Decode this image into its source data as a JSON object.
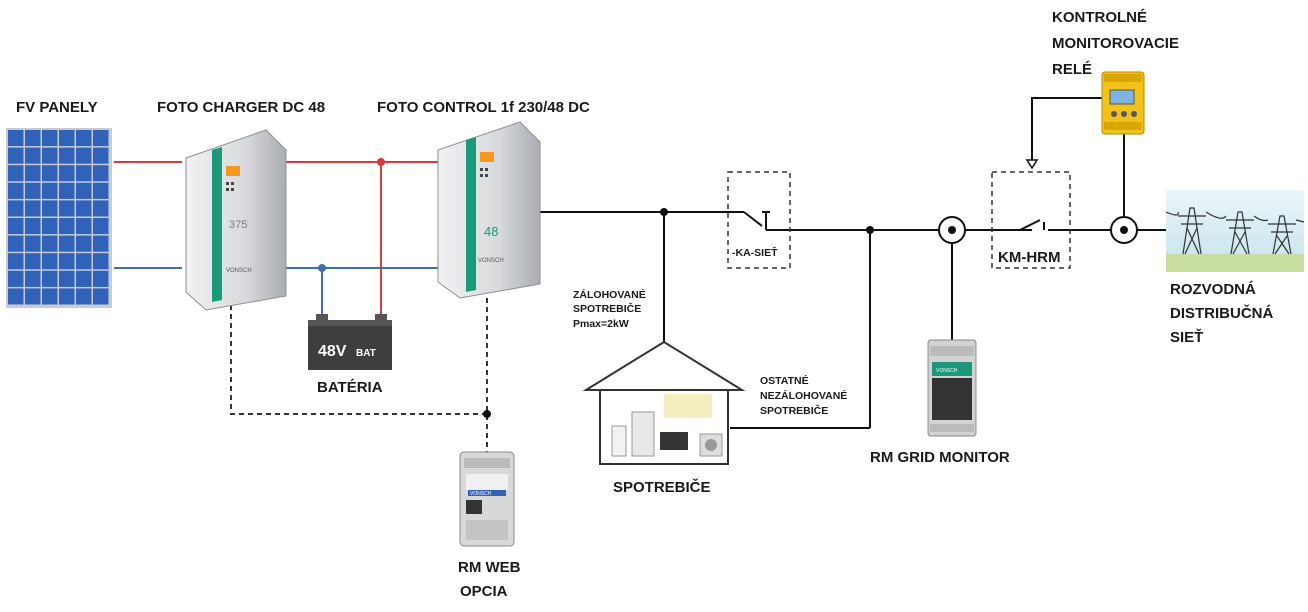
{
  "labels": {
    "fv_panels": "FV PANELY",
    "foto_charger": "FOTO CHARGER DC 48",
    "foto_control": "FOTO CONTROL 1f 230/48 DC",
    "relay_title": [
      "KONTROLNÉ",
      "MONITOROVACIE",
      "RELÉ"
    ],
    "battery_label": "BATÉRIA",
    "battery_text_main": "48V",
    "battery_text_sub": "BAT",
    "backup_loads": [
      "ZÁLOHOVANÉ",
      "SPOTREBIČE",
      "Pmax=2kW"
    ],
    "other_loads": [
      "OSTATNÉ",
      "NEZÁLOHOVANÉ",
      "SPOTREBIČE"
    ],
    "appliances": "SPOTREBIČE",
    "ka_switch": "-KA-SIEŤ",
    "km_switch": "KM-HRM",
    "grid_monitor": "RM GRID MONITOR",
    "grid": [
      "ROZVODNÁ",
      "DISTRIBUČNÁ",
      "SIEŤ"
    ],
    "web_option": [
      "RM WEB",
      "OPCIA"
    ],
    "charger_model": "375",
    "control_model": "48",
    "brand": "VONSCH"
  },
  "colors": {
    "dc_positive": "#d93a3a",
    "dc_negative": "#3d6fae",
    "ac_line": "#111111",
    "panel_blue": "#2f62b8",
    "inverter_accent": "#1a9a7a",
    "relay_yellow": "#f2c21a",
    "battery_dark": "#3e3e3e",
    "grid_sky": "#c9e4ee"
  }
}
